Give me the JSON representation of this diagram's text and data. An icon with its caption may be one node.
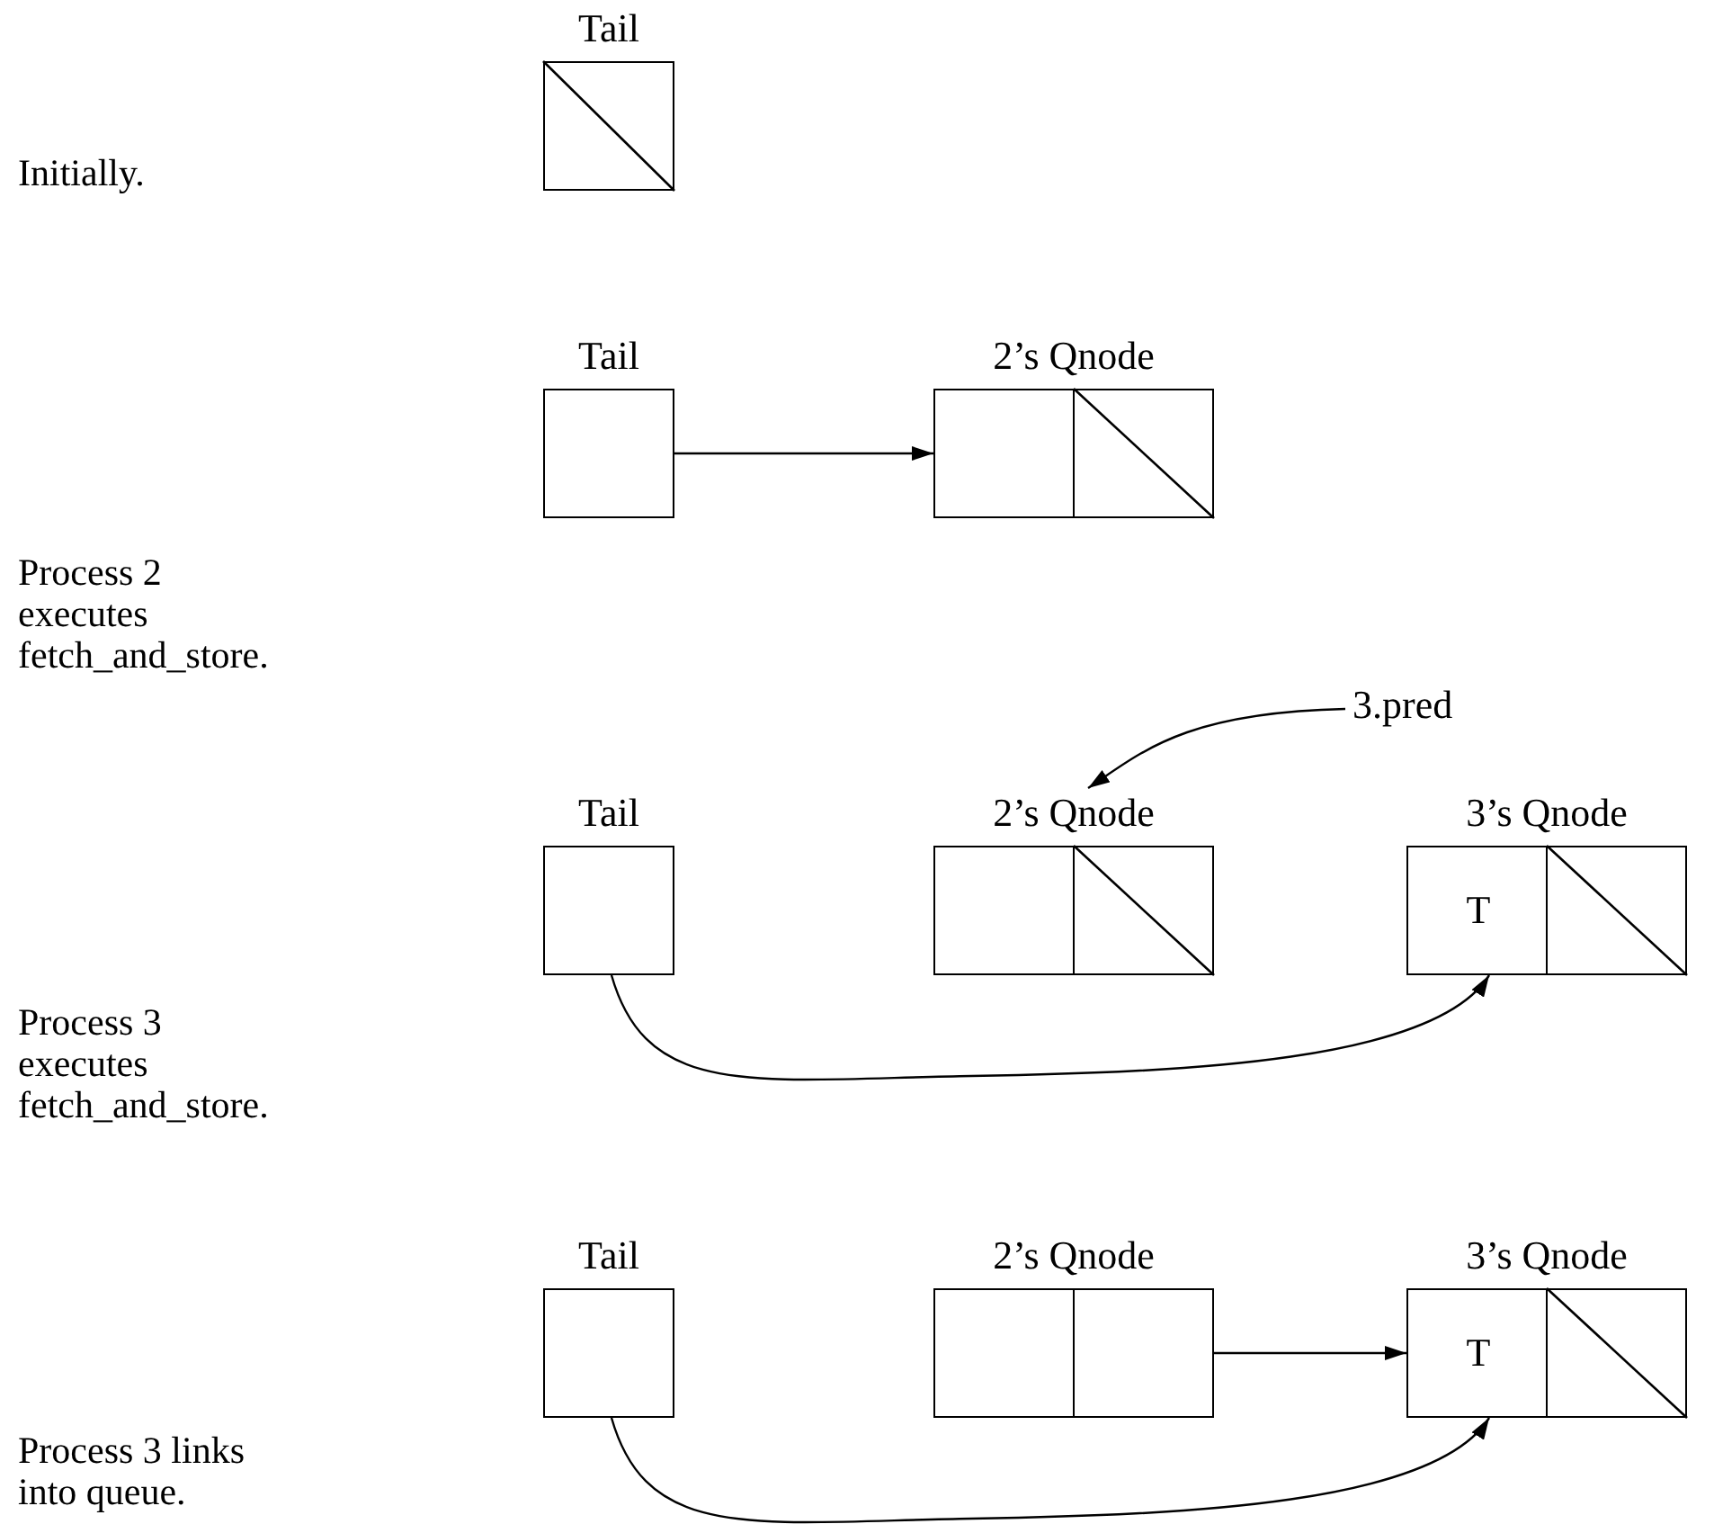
{
  "diagram": {
    "nodes": [
      {
        "text": [
          "Tail"
        ]
      },
      {
        "text": [
          "Tail"
        ]
      },
      {
        "text": [
          "2’s Qnode"
        ]
      },
      {
        "text": [
          "Tail"
        ]
      },
      {
        "text": [
          "3.pred"
        ]
      },
      {
        "text": [
          "2’s Qnode"
        ]
      },
      {
        "text": [
          "3’s Qnode",
          "T"
        ]
      },
      {
        "text": [
          "Tail"
        ]
      },
      {
        "text": [
          "2’s Qnode"
        ]
      },
      {
        "text": [
          "3’s Qnode",
          "T"
        ]
      }
    ],
    "edges": [
      {
        "from": 1,
        "to": 2,
        "arrow": "to"
      },
      {
        "from": 4,
        "to": 5,
        "arrow": "to"
      },
      {
        "from": 3,
        "to": 6,
        "arrow": "to"
      },
      {
        "from": 7,
        "to": 9,
        "arrow": "to"
      },
      {
        "from": 8,
        "to": 9,
        "arrow": "to"
      }
    ],
    "labels": [
      "Initially.",
      "Process 2 executes fetch_and_store.",
      "Process 3 executes fetch_and_store.",
      "Process 3 links into queue."
    ]
  }
}
